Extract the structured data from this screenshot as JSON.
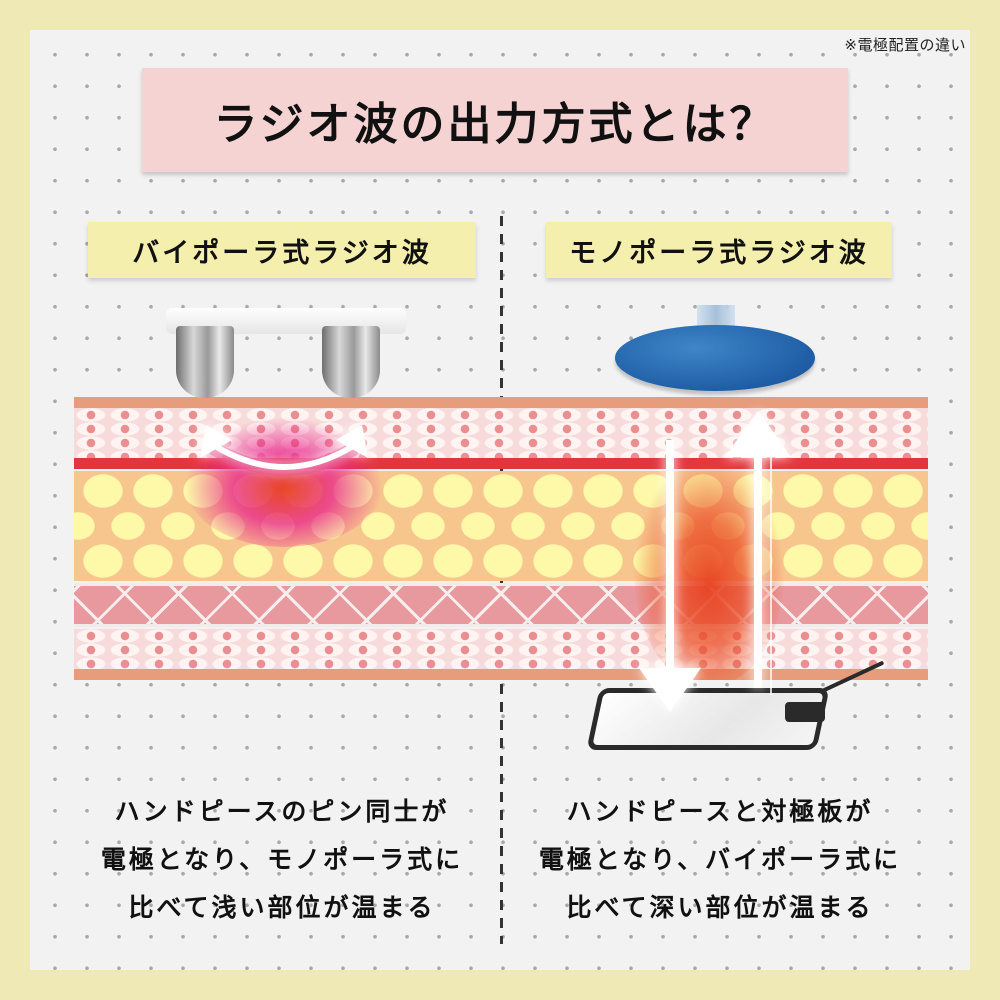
{
  "note": "※電極配置の違い",
  "title": "ラジオ波の出力方式とは？",
  "colors": {
    "outer_border": "#efe9b6",
    "panel_bg": "#f2f2f2",
    "title_bg": "#f6d3d3",
    "subhead_bg": "#f5efad",
    "heat": "#e8401f",
    "glow": "#e8208a",
    "monopolar_electrode": "#1f5ea6"
  },
  "left": {
    "heading": "バイポーラ式ラジオ波",
    "electrode": "bipolar-handpiece-pins",
    "arrow": "curved-double-arrow",
    "description": [
      "ハンドピースのピン同士が",
      "電極となり、モノポーラ式に",
      "比べて浅い部位が温まる"
    ]
  },
  "right": {
    "heading": "モノポーラ式ラジオ波",
    "electrode": "monopolar-handpiece-disc",
    "counter_electrode": "counter-electrode-pad",
    "arrows": [
      "down-arrow",
      "up-arrow"
    ],
    "description": [
      "ハンドピースと対極板が",
      "電極となり、バイポーラ式に",
      "比べて深い部位が温まる"
    ]
  },
  "diagram": {
    "layers": [
      "epidermis",
      "dermis-cells",
      "basement-line",
      "fat-tissue",
      "connective-mesh",
      "dermis-cells",
      "epidermis"
    ]
  }
}
